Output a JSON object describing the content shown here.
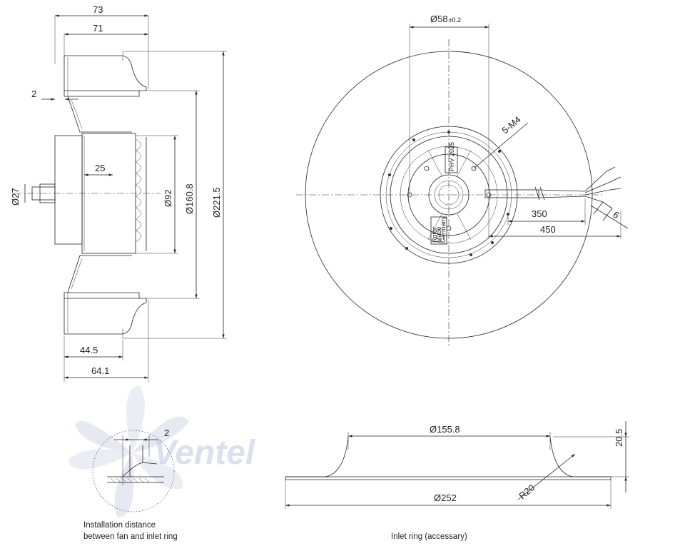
{
  "side_view": {
    "dims": {
      "overall_depth": "73",
      "fan_depth": "71",
      "gap": "2",
      "shaft_dia": "Ø27",
      "hub_depth": "25",
      "hub_dia": "Ø92",
      "inner_dia": "Ø160.8",
      "outer_dia": "Ø221.5",
      "base_depth": "44.5",
      "total_base": "64.1"
    }
  },
  "front_view": {
    "dims": {
      "bolt_circle_main": "Ø58",
      "bolt_circle_tol": "±0.2",
      "screws": "5-M4",
      "cable_length_1": "350",
      "cable_length_2": "450",
      "strip_length": "6"
    },
    "labels": {
      "label_top": "PHV 2025",
      "label_bottom_1": "Rotor",
      "label_bottom_2": "Made",
      "label_bottom_3": "Germany"
    }
  },
  "detail": {
    "gap": "2",
    "caption_line1": "Installation distance",
    "caption_line2": "between fan and inlet ring"
  },
  "inlet_ring": {
    "inner_dia": "Ø155.8",
    "height": "20.5",
    "radius": "R20",
    "outer_dia": "Ø252",
    "caption": "Inlet ring  (accessary)"
  },
  "watermark": {
    "text": "Ventel"
  }
}
